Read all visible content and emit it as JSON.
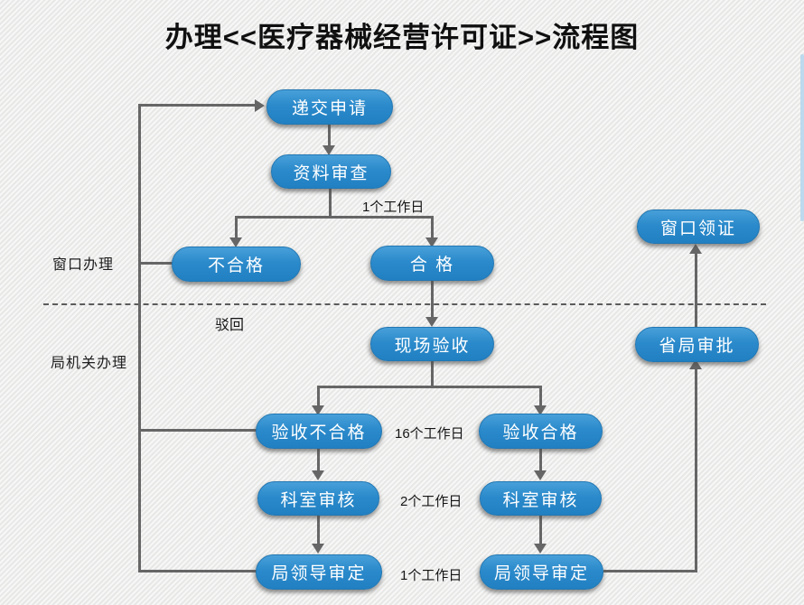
{
  "title": "办理<<医疗器械经营许可证>>流程图",
  "lanes": {
    "window": "窗口办理",
    "bureau": "局机关办理"
  },
  "nodes": {
    "submit": "递交申请",
    "doc_review": "资料审查",
    "unqualified": "不合格",
    "qualified": "合 格",
    "onsite_inspection": "现场验收",
    "inspection_failed": "验收不合格",
    "inspection_passed": "验收合格",
    "dept_review_left": "科室审核",
    "dept_review_right": "科室审核",
    "leader_approval_left": "局领导审定",
    "leader_approval_right": "局领导审定",
    "provincial_approval": "省局审批",
    "window_certificate": "窗口领证"
  },
  "edge_labels": {
    "doc_review_duration": "1个工作日",
    "reject": "驳回",
    "inspection_duration": "16个工作日",
    "dept_review_duration": "2个工作日",
    "leader_approval_duration": "1个工作日"
  },
  "colors": {
    "node_fill": "#2b8acb",
    "node_border": "#2277b3",
    "arrow": "#666666",
    "bg": "#ecedeb"
  }
}
